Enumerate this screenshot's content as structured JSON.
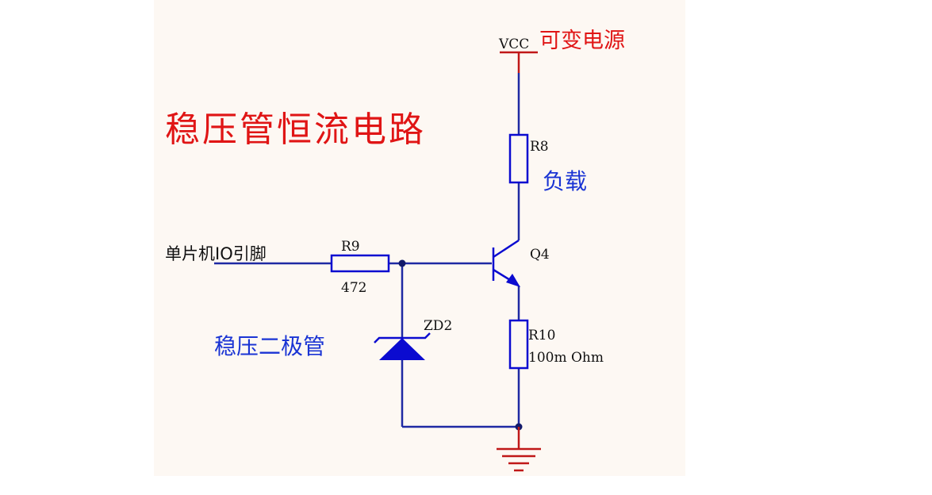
{
  "colors": {
    "panel_bg": "#fdf8f3",
    "wire": "#1f2aa3",
    "component": "#0b0bd0",
    "label_black": "#111111",
    "label_red": "#e01515",
    "label_blue": "#1a34d4",
    "ground_red": "#c01818",
    "junction": "#121a6b"
  },
  "title": "稳压管恒流电路",
  "power": {
    "net_name": "VCC",
    "note": "可变电源"
  },
  "input": {
    "label": "单片机IO引脚"
  },
  "resistors": {
    "r8": {
      "ref": "R8",
      "note": "负载"
    },
    "r9": {
      "ref": "R9",
      "value": "472"
    },
    "r10": {
      "ref": "R10",
      "value": "100m Ohm"
    }
  },
  "transistor": {
    "ref": "Q4"
  },
  "zener": {
    "ref": "ZD2",
    "note": "稳压二极管"
  }
}
